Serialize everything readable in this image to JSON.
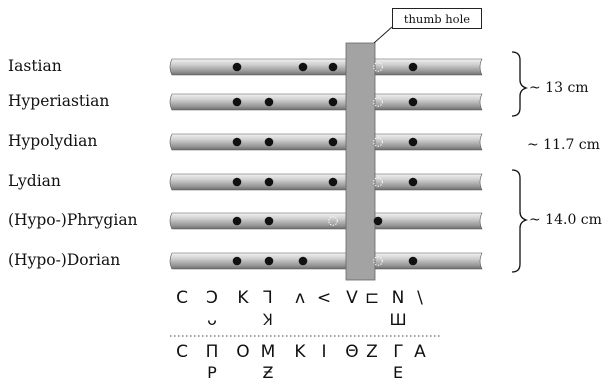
{
  "thumb_hole_label": "thumb hole",
  "modes": [
    {
      "name": "Iastian",
      "holes": [
        "f",
        "_",
        "f",
        "f",
        "o",
        "f"
      ]
    },
    {
      "name": "Hyperiastian",
      "holes": [
        "f",
        "f",
        "_",
        "f",
        "o",
        "f"
      ]
    },
    {
      "name": "Hypolydian",
      "holes": [
        "f",
        "f",
        "_",
        "f",
        "o",
        "f"
      ]
    },
    {
      "name": "Lydian",
      "holes": [
        "f",
        "f",
        "_",
        "f",
        "o",
        "f"
      ]
    },
    {
      "name": "(Hypo-)Phrygian",
      "holes": [
        "f",
        "f",
        "_",
        "o",
        "f",
        "_"
      ]
    },
    {
      "name": "(Hypo-)Dorian",
      "holes": [
        "f",
        "f",
        "f",
        "_",
        "o",
        "f"
      ]
    }
  ],
  "brackets": [
    {
      "label": "~ 13 cm"
    },
    {
      "label": "~ 11.7 cm"
    },
    {
      "label": "~ 14.0 cm"
    }
  ],
  "notation": {
    "upper_row": [
      "C",
      "Ͻ",
      "K",
      "Ꞁ",
      "ʌ",
      "<",
      "V",
      "⊏",
      "N",
      "\\"
    ],
    "upper_sub": [
      "",
      "ᴗ",
      "",
      "Ʞ",
      "",
      "",
      "",
      "",
      "Ш",
      ""
    ],
    "lower_row": [
      "C",
      "Π",
      "O",
      "M",
      "K",
      "I",
      "Θ",
      "Z",
      "Γ",
      "A"
    ],
    "lower_sub": [
      "",
      "P",
      "",
      "Ƶ",
      "",
      "",
      "",
      "",
      "E",
      ""
    ]
  },
  "colors": {
    "pipe": "#a8a8a8",
    "pipe_light": "#e6e6e6",
    "thumb_band": "#a3a3a3",
    "hole": "#111111"
  }
}
